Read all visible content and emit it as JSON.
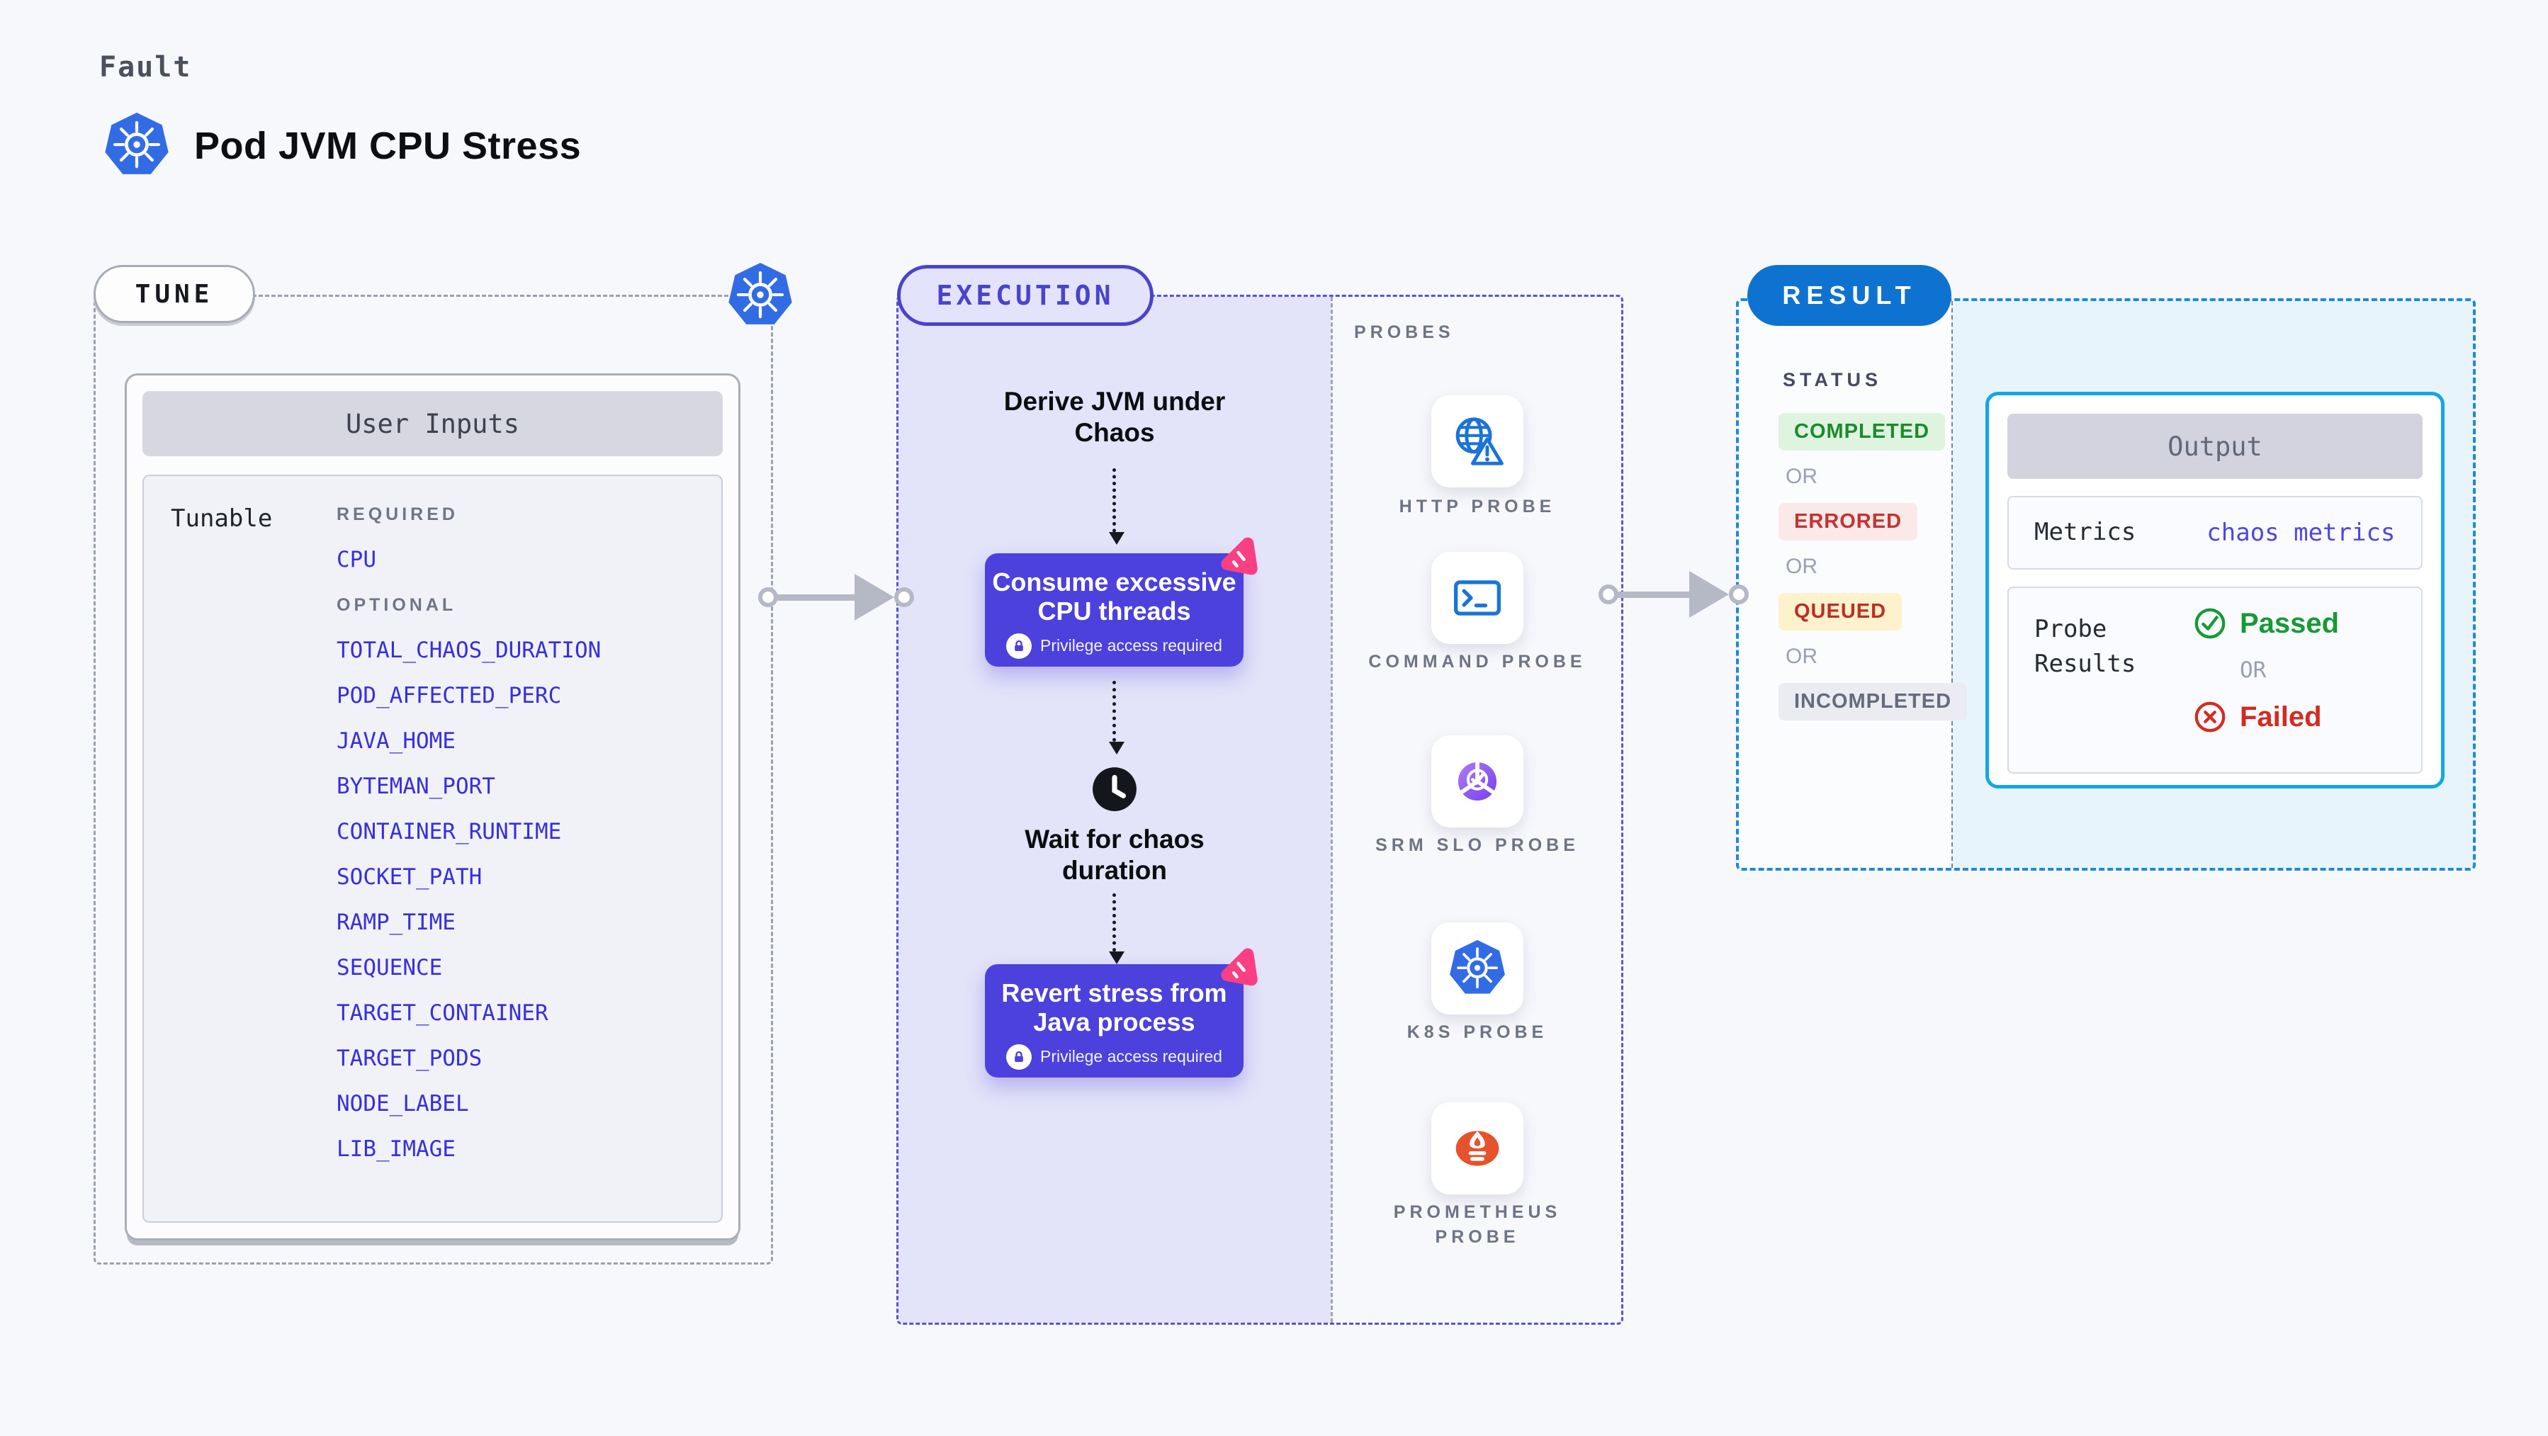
{
  "header": {
    "kicker": "Fault",
    "title": "Pod JVM CPU Stress"
  },
  "tune": {
    "label": "TUNE",
    "card_title": "User Inputs",
    "row_label": "Tunable",
    "required_label": "REQUIRED",
    "optional_label": "OPTIONAL",
    "required_params": [
      "CPU"
    ],
    "optional_params": [
      "TOTAL_CHAOS_DURATION",
      "POD_AFFECTED_PERC",
      "JAVA_HOME",
      "BYTEMAN_PORT",
      "CONTAINER_RUNTIME",
      "SOCKET_PATH",
      "RAMP_TIME",
      "SEQUENCE",
      "TARGET_CONTAINER",
      "TARGET_PODS",
      "NODE_LABEL",
      "LIB_IMAGE"
    ]
  },
  "execution": {
    "label": "EXECUTION",
    "step1": "Derive JVM under Chaos",
    "action1": "Consume excessive CPU threads",
    "privilege_note": "Privilege access required",
    "step2": "Wait for chaos duration",
    "action2": "Revert stress from Java process"
  },
  "probes": {
    "label": "PROBES",
    "items": [
      "HTTP PROBE",
      "COMMAND PROBE",
      "SRM SLO PROBE",
      "K8S PROBE",
      "PROMETHEUS PROBE"
    ]
  },
  "result": {
    "label": "RESULT",
    "status_label": "STATUS",
    "or": "OR",
    "statuses": [
      "COMPLETED",
      "ERRORED",
      "QUEUED",
      "INCOMPLETED"
    ],
    "output": {
      "title": "Output",
      "metrics_label": "Metrics",
      "metrics_value": "chaos metrics",
      "probe_results_label": "Probe Results",
      "passed": "Passed",
      "failed": "Failed"
    }
  },
  "colors": {
    "k8s_blue": "#326ce5",
    "action_indigo": "#4c41dc",
    "chaos_pink": "#fb3f83",
    "execution_indigo": "#4a43ce",
    "result_blue": "#0e73d0",
    "output_cyan": "#12a7e7",
    "probe_blue": "#1b74d6",
    "prometheus_orange": "#e6522c",
    "passed_green": "#169a36",
    "failed_red": "#d32b22",
    "param_indigo": "#372ee0"
  }
}
